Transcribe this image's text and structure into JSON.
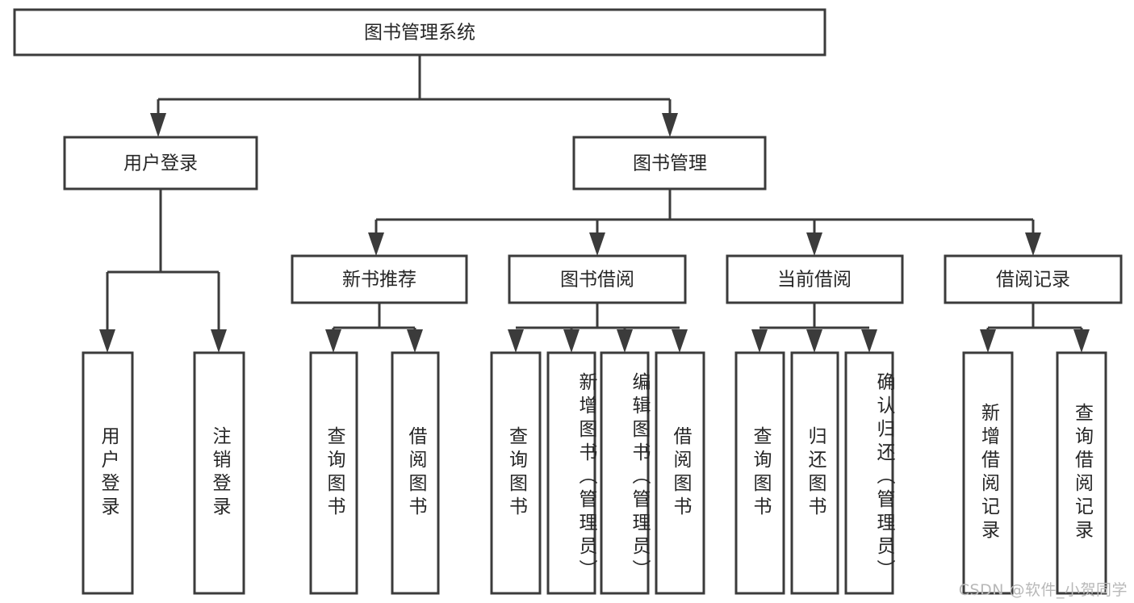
{
  "diagram": {
    "type": "tree-hierarchy",
    "title": "图书管理系统",
    "orientation": "top-down",
    "colors": {
      "stroke": "#3b3b3b",
      "fill": "#ffffff",
      "text": "#262626",
      "watermark": "#b8b8b8",
      "background": "#ffffff"
    },
    "root": {
      "label": "图书管理系统"
    },
    "level2": [
      {
        "id": "user-login",
        "label": "用户登录"
      },
      {
        "id": "book-management",
        "label": "图书管理"
      }
    ],
    "level3": [
      {
        "id": "new-book-recommend",
        "label": "新书推荐",
        "parent": "book-management"
      },
      {
        "id": "book-borrow",
        "label": "图书借阅",
        "parent": "book-management"
      },
      {
        "id": "current-borrow",
        "label": "当前借阅",
        "parent": "book-management"
      },
      {
        "id": "borrow-record",
        "label": "借阅记录",
        "parent": "book-management"
      }
    ],
    "leaves": [
      {
        "id": "leaf-user-login",
        "label": "用户登录",
        "parent": "user-login"
      },
      {
        "id": "leaf-user-logout",
        "label": "注销登录",
        "parent": "user-login"
      },
      {
        "id": "leaf-query-book-1",
        "label": "查询图书",
        "parent": "new-book-recommend"
      },
      {
        "id": "leaf-borrow-book-1",
        "label": "借阅图书",
        "parent": "new-book-recommend"
      },
      {
        "id": "leaf-query-book-2",
        "label": "查询图书",
        "parent": "book-borrow"
      },
      {
        "id": "leaf-add-book",
        "label": "新增图书（管理员）",
        "parent": "book-borrow"
      },
      {
        "id": "leaf-edit-book",
        "label": "编辑图书（管理员）",
        "parent": "book-borrow"
      },
      {
        "id": "leaf-borrow-book-2",
        "label": "借阅图书",
        "parent": "book-borrow"
      },
      {
        "id": "leaf-query-book-3",
        "label": "查询图书",
        "parent": "current-borrow"
      },
      {
        "id": "leaf-return-book",
        "label": "归还图书",
        "parent": "current-borrow"
      },
      {
        "id": "leaf-confirm-return",
        "label": "确认归还（管理员）",
        "parent": "current-borrow"
      },
      {
        "id": "leaf-add-record",
        "label": "新增借阅记录",
        "parent": "borrow-record"
      },
      {
        "id": "leaf-query-record",
        "label": "查询借阅记录",
        "parent": "borrow-record"
      }
    ]
  },
  "watermark": {
    "text": "CSDN @软件_小贺同学"
  }
}
